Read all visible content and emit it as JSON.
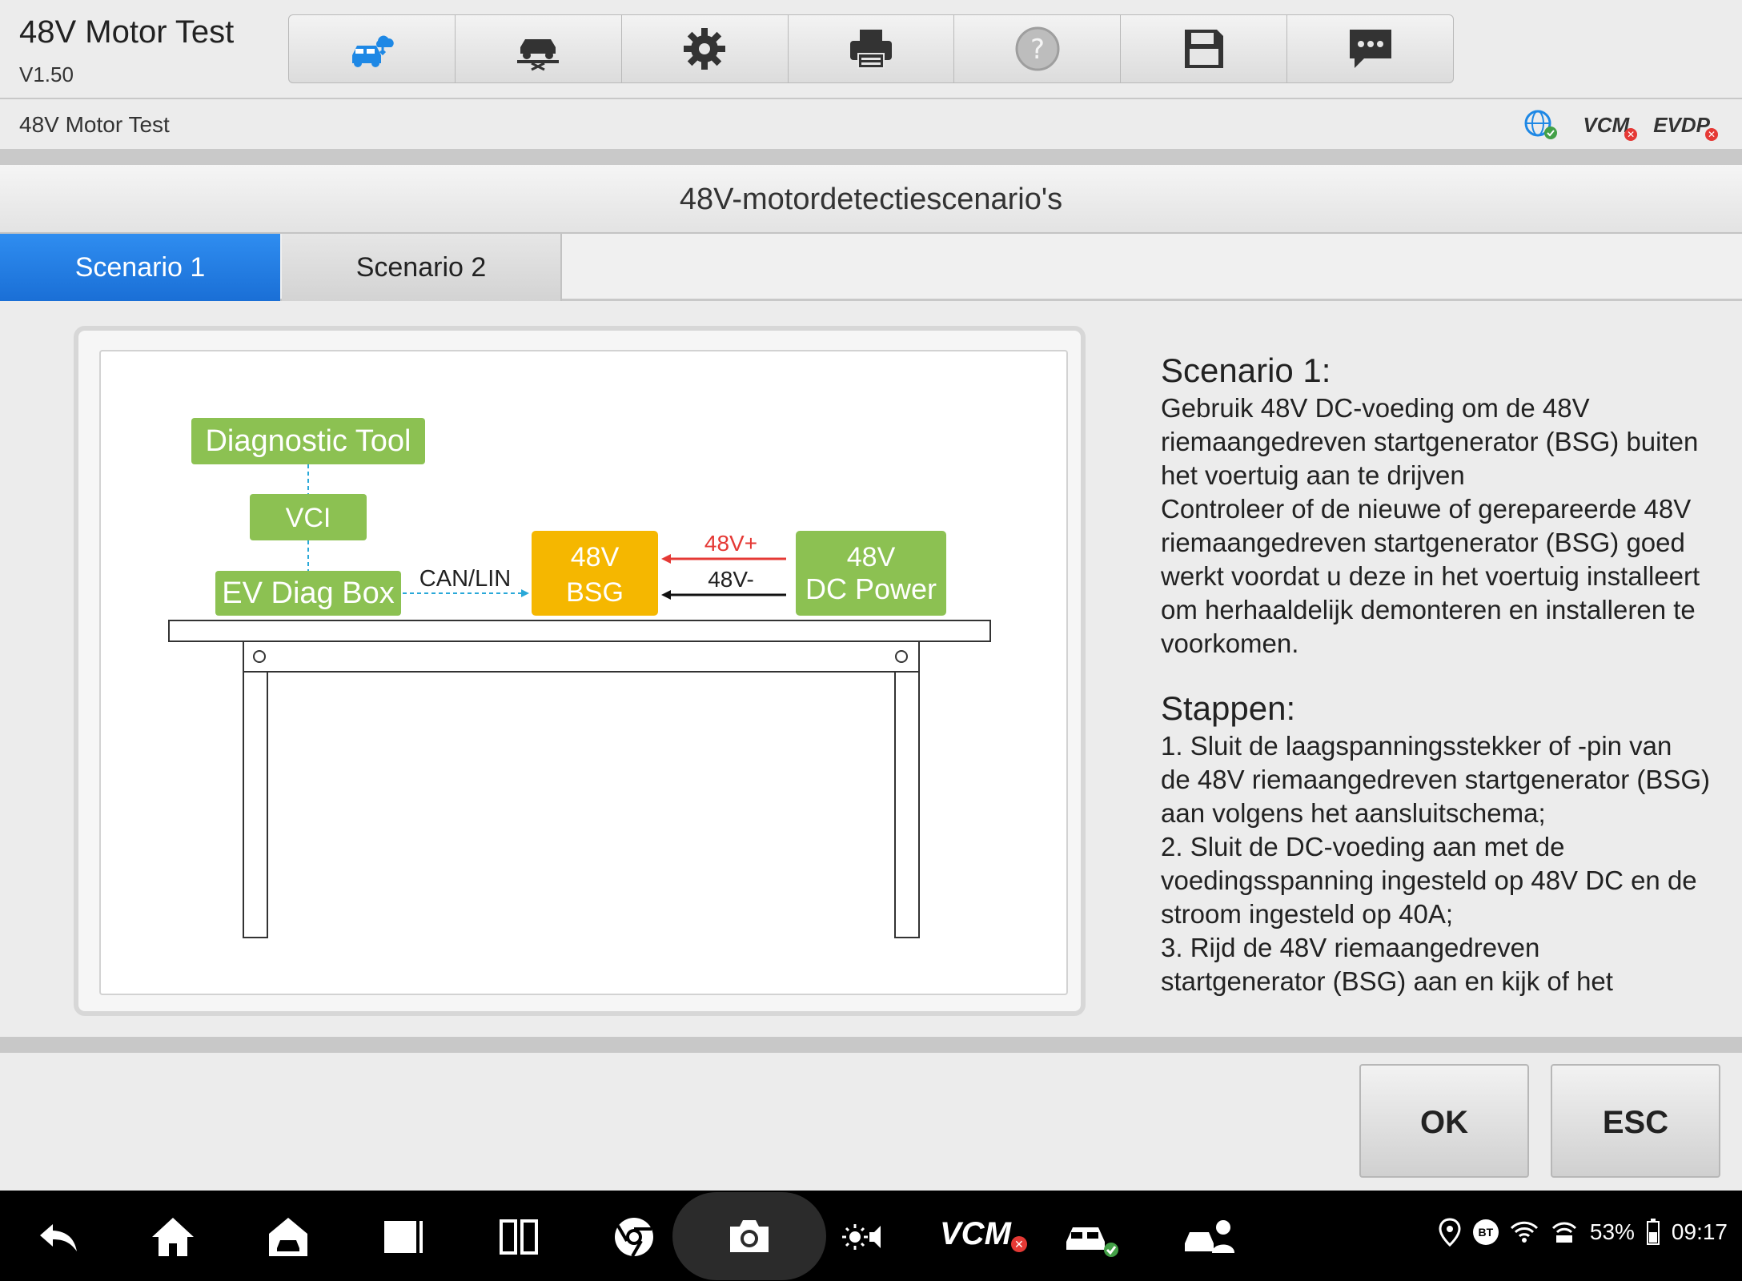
{
  "app": {
    "title": "48V Motor Test",
    "version": "V1.50"
  },
  "toolbar": {
    "buttons": [
      {
        "icon": "vehicle-cloud-icon"
      },
      {
        "icon": "vehicle-lift-icon"
      },
      {
        "icon": "gear-icon"
      },
      {
        "icon": "printer-icon"
      },
      {
        "icon": "help-icon"
      },
      {
        "icon": "save-icon"
      },
      {
        "icon": "chat-icon"
      }
    ]
  },
  "breadcrumb": "48V Motor Test",
  "status": {
    "vcm_label": "VCM",
    "evdp_label": "EVDP"
  },
  "page_title": "48V-motordetectiescenario's",
  "tabs": [
    {
      "label": "Scenario 1"
    },
    {
      "label": "Scenario 2"
    }
  ],
  "diagram": {
    "diagnostic_tool": "Diagnostic Tool",
    "vci": "VCI",
    "ev_diag_box": "EV Diag Box",
    "can_lin": "CAN/LIN",
    "bsg_line1": "48V",
    "bsg_line2": "BSG",
    "plus": "48V+",
    "minus": "48V-",
    "dc_line1": "48V",
    "dc_line2": "DC Power"
  },
  "description": {
    "heading": "Scenario 1:",
    "body": "Gebruik 48V DC-voeding om de 48V\nriemaangedreven startgenerator (BSG) buiten\nhet voertuig aan te drijven\nControleer of de nieuwe of gerepareerde 48V\nriemaangedreven startgenerator (BSG) goed\nwerkt voordat u deze in het voertuig installeert\nom herhaaldelijk demonteren en installeren te\nvoorkomen.",
    "steps_heading": "Stappen:",
    "steps": "1. Sluit de laagspanningsstekker of -pin van\nde 48V riemaangedreven startgenerator (BSG)\naan volgens het aansluitschema;\n2. Sluit de DC-voeding aan met de\nvoedingsspanning ingesteld op 48V DC en de\nstroom ingesteld op 40A;\n3. Rijd de 48V riemaangedreven\nstartgenerator (BSG) aan en kijk of het"
  },
  "buttons": {
    "ok": "OK",
    "esc": "ESC"
  },
  "system": {
    "battery": "53%",
    "time": "09:17",
    "vcm_nav": "VCM",
    "bt": "BT"
  },
  "colors": {
    "accent": "#1a6fd6",
    "green_box": "#8cc152",
    "bsg_box": "#f5b700",
    "red_line": "#e53935"
  }
}
